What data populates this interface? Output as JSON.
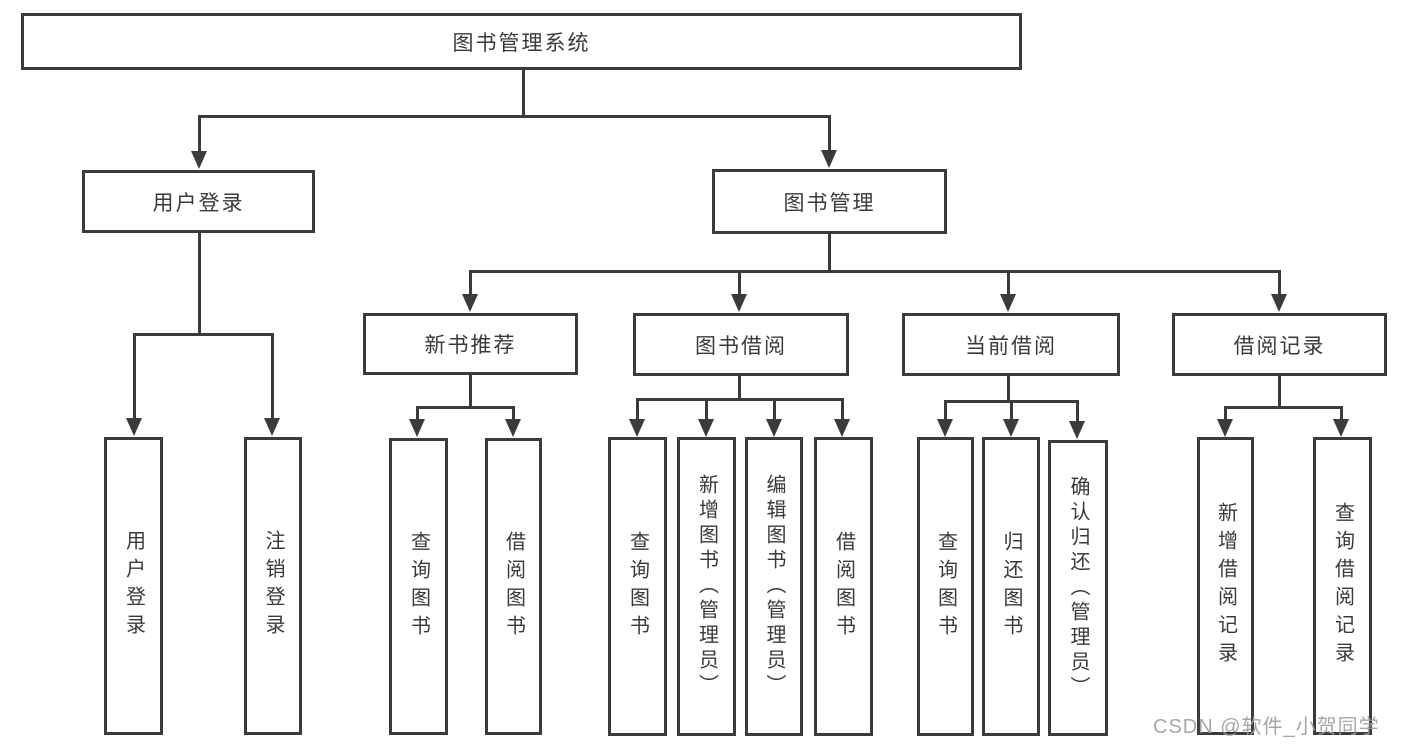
{
  "diagram": {
    "title": "图书管理系统",
    "level2": {
      "user_login": "用户登录",
      "book_mgmt": "图书管理"
    },
    "level3": {
      "new_books": "新书推荐",
      "book_borrow": "图书借阅",
      "current_borrow": "当前借阅",
      "borrow_records": "借阅记录"
    },
    "leaves": {
      "user_login": [
        "用户登录",
        "注销登录"
      ],
      "new_books": [
        "查询图书",
        "借阅图书"
      ],
      "book_borrow": [
        "查询图书",
        "新增图书（管理员）",
        "编辑图书（管理员）",
        "借阅图书"
      ],
      "current_borrow": [
        "查询图书",
        "归还图书",
        "确认归还（管理员）"
      ],
      "borrow_records": [
        "新增借阅记录",
        "查询借阅记录"
      ]
    },
    "watermark": "CSDN @软件_小贺同学",
    "colors": {
      "line": "#3b3b3b",
      "text": "#3a3a3a",
      "watermark": "#9e9e9e",
      "background": "#ffffff"
    }
  }
}
